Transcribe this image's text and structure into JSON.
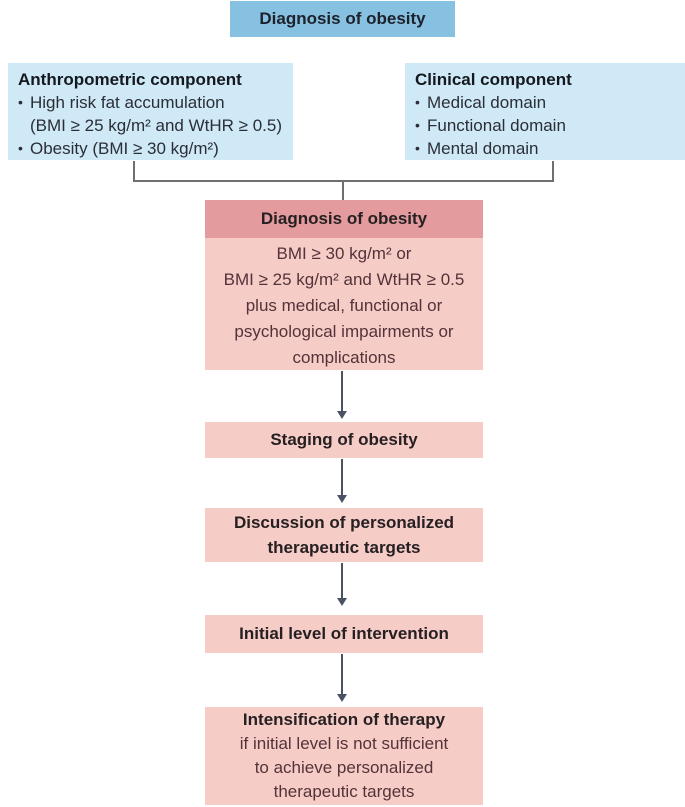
{
  "palette": {
    "header_blue": "#87c1e1",
    "light_blue": "#cfe9f7",
    "dark_pink": "#e39b9e",
    "light_pink": "#f6ccc6",
    "connector_gray": "#6f6f6f",
    "arrow_color": "#4a5263",
    "pink_body_text": "#533339"
  },
  "glyphs": {
    "bullet": "•"
  },
  "top_banner": {
    "label": "Diagnosis of obesity"
  },
  "anthropometric": {
    "title": "Anthropometric component",
    "item1_line1": "High risk fat accumulation",
    "item1_line2": "(BMI ≥ 25 kg/m² and WtHR ≥ 0.5)",
    "item2": "Obesity (BMI ≥ 30 kg/m²)"
  },
  "clinical": {
    "title": "Clinical component",
    "items": [
      "Medical domain",
      "Functional domain",
      "Mental domain"
    ]
  },
  "flow": {
    "diagnosis": {
      "header": "Diagnosis of obesity",
      "body": [
        "BMI ≥ 30 kg/m² or",
        "BMI ≥ 25 kg/m² and WtHR ≥ 0.5",
        "plus medical, functional or",
        "psychological impairments or",
        "complications"
      ]
    },
    "staging": {
      "label": "Staging of obesity"
    },
    "discussion": {
      "line1": "Discussion of personalized",
      "line2": "therapeutic targets"
    },
    "initial": {
      "label": "Initial level of intervention"
    },
    "intensification": {
      "title": "Intensification of therapy",
      "line1": "if initial level is not sufficient",
      "line2": "to achieve personalized",
      "line3": "therapeutic targets"
    }
  }
}
